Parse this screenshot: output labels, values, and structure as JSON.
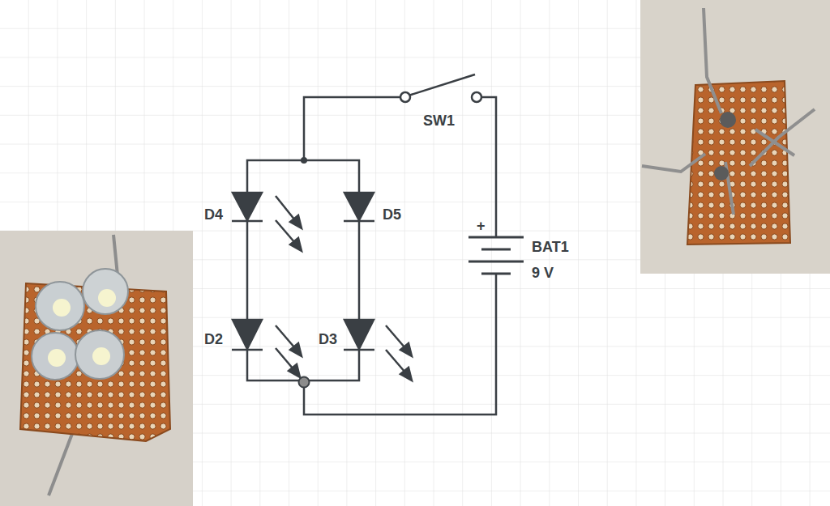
{
  "diagram": {
    "labels": [
      "SW1",
      "+",
      "BAT1",
      "9 V",
      "D4",
      "D5",
      "D2",
      "D3"
    ]
  }
}
